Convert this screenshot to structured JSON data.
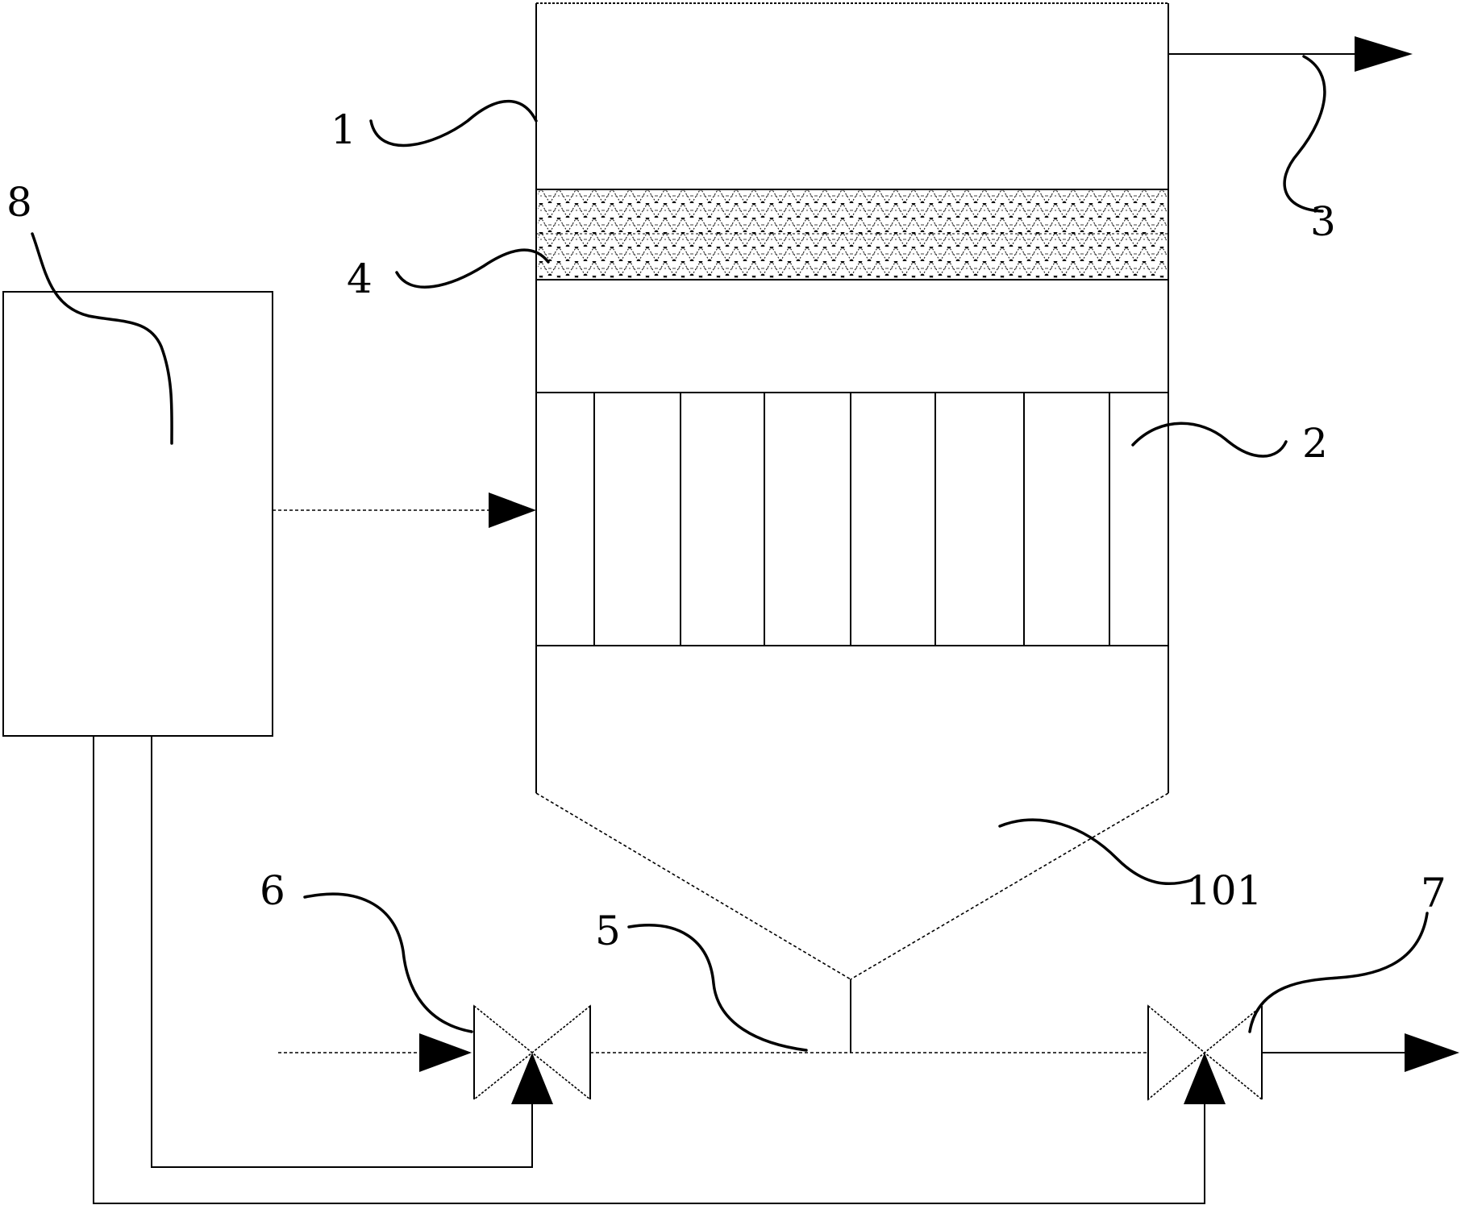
{
  "labels": {
    "vessel": "1",
    "packing": "2",
    "outlet": "3",
    "mesh_layer": "4",
    "bottom_pipe": "5",
    "inlet_valve": "6",
    "discharge_valve": "7",
    "controller": "8",
    "cone_bottom": "101"
  }
}
